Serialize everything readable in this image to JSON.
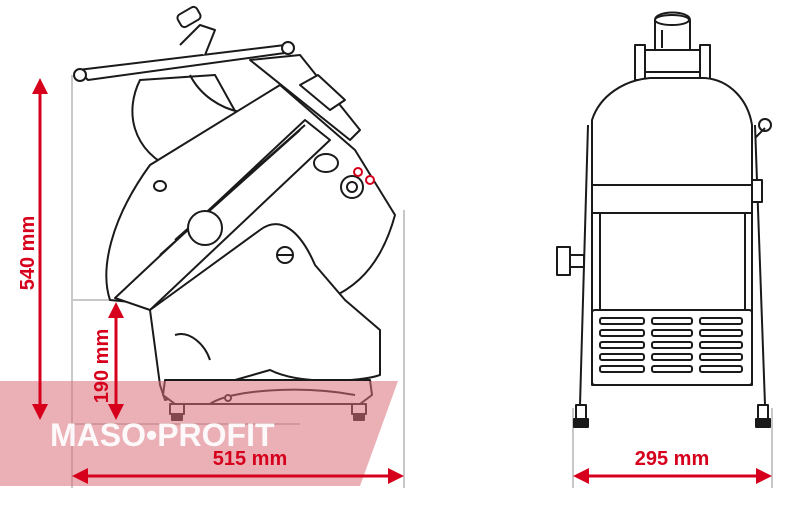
{
  "dimensions": {
    "height_total": "540 mm",
    "height_base": "190 mm",
    "depth": "515 mm",
    "width": "295 mm"
  },
  "watermark": {
    "brand": "MASO•PROFIT"
  },
  "colors": {
    "dimension_line": "#d6001c",
    "outline": "#1a1a1a",
    "guide": "#c8c8c8",
    "watermark_band": "#d9707a",
    "watermark_text": "#ffffff",
    "indicator": "#d6001c"
  }
}
